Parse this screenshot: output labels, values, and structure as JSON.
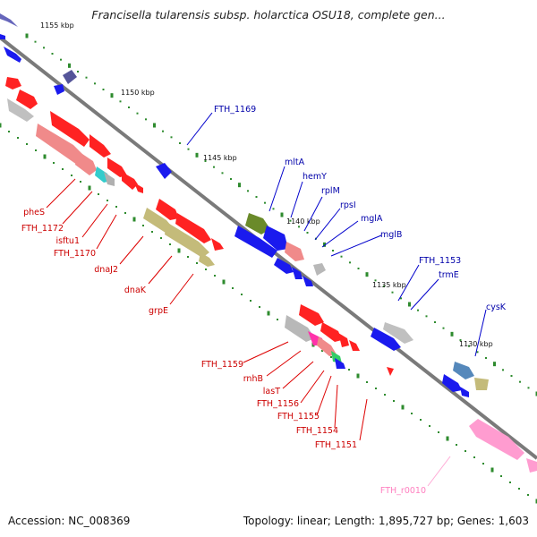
{
  "title": "Francisella tularensis subsp. holarctica OSU18, complete gen...",
  "accession": "Accession: NC_008369",
  "summary": "Topology: linear; Length: 1,895,727 bp; Genes: 1,603",
  "scale_labels": [
    "1155 kbp",
    "1150 kbp",
    "1145 kbp",
    "1140 kbp",
    "1135 kbp",
    "1130 kbp"
  ],
  "colors": {
    "backbone": "#7a7a7a",
    "tick_dot": "#2e8b2e",
    "label_red": "#cc0000",
    "label_blue": "#0000aa",
    "label_pink": "#ff80c0",
    "gene_red": "#ff2222",
    "gene_salmon": "#f08a8a",
    "gene_blue": "#1a1aee",
    "gene_grey": "#b8b8b8",
    "gene_olive": "#c4bb7a",
    "gene_dkgreen": "#6a8a2a",
    "gene_pink": "#ff9cd0",
    "gene_navy": "#555599",
    "gene_steel": "#5588bb"
  },
  "gene_labels_blue": [
    "FTH_1169",
    "mltA",
    "hemY",
    "rplM",
    "rpsI",
    "mglA",
    "mglB",
    "FTH_1153",
    "trmE",
    "cysK"
  ],
  "gene_labels_red": [
    "pheS",
    "FTH_1172",
    "isftu1",
    "FTH_1170",
    "dnaJ2",
    "dnaK",
    "grpE",
    "FTH_1159",
    "rnhB",
    "lasT",
    "FTH_1156",
    "FTH_1155",
    "FTH_1154",
    "FTH_1151"
  ],
  "gene_labels_pink": [
    "FTH_r0010"
  ]
}
